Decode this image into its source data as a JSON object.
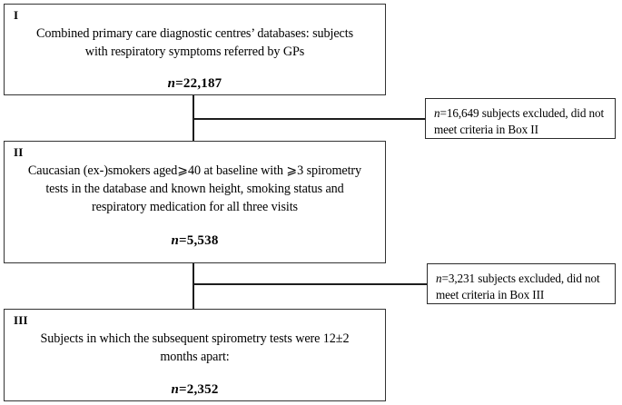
{
  "diagram": {
    "type": "study-flow-diagram",
    "boxes": [
      {
        "id": "box-1",
        "roman": "I",
        "description": "Combined primary care diagnostic centres’ databases: subjects with respiratory symptoms referred by GPs",
        "n_prefix": "n",
        "n_value": "=22,187"
      },
      {
        "id": "box-2",
        "roman": "II",
        "description": "Caucasian (ex-)smokers aged⩾40 at baseline with ⩾3 spirometry tests in the database and known height, smoking status and respiratory medication for all three visits",
        "n_prefix": "n",
        "n_value": "=5,538"
      },
      {
        "id": "box-3",
        "roman": "III",
        "description": "Subjects in which the subsequent spirometry tests were 12±2 months apart:",
        "n_prefix": "n",
        "n_value": "=2,352"
      }
    ],
    "exclusions": [
      {
        "id": "exclusion-1",
        "n_prefix": "n",
        "text": "=16,649  subjects excluded, did not meet criteria in Box II"
      },
      {
        "id": "exclusion-2",
        "n_prefix": "n",
        "text": "=3,231  subjects excluded, did not meet criteria in Box III"
      }
    ],
    "colors": {
      "border": "#333333",
      "line": "#1d1d1d",
      "background": "#ffffff",
      "text": "#000000"
    }
  }
}
